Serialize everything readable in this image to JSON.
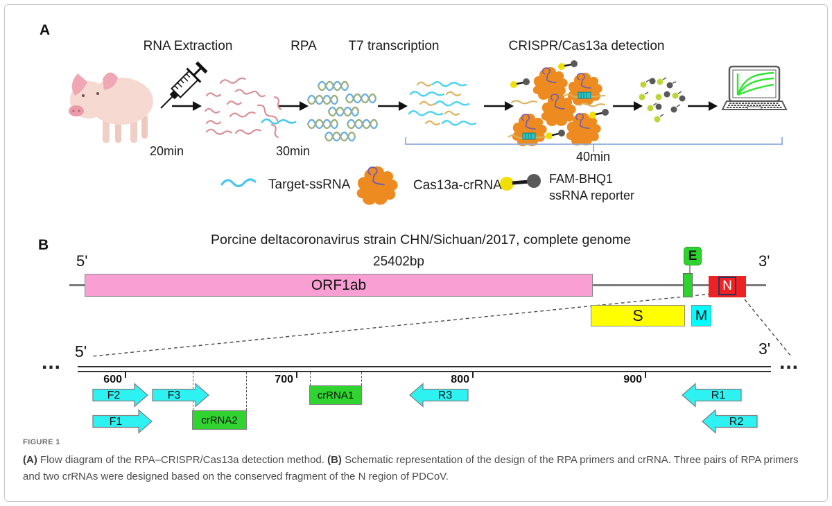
{
  "figure": {
    "panel_a": {
      "label": "A",
      "step_labels": [
        "RNA Extraction",
        "RPA",
        "T7 transcription",
        "CRISPR/Cas13a detection"
      ],
      "times": [
        "20min",
        "30min",
        "40min"
      ],
      "legend": {
        "target": "Target-ssRNA",
        "cas13a": "Cas13a-crRNA",
        "reporter_line1": "FAM-BHQ1",
        "reporter_line2": "ssRNA reporter"
      }
    },
    "panel_b": {
      "label": "B",
      "title": "Porcine deltacoronavirus strain CHN/Sichuan/2017, complete genome",
      "genome_length": "25402bp",
      "five_prime": "5'",
      "three_prime": "3'",
      "genes": {
        "orf1ab": "ORF1ab",
        "e": "E",
        "n": "N",
        "s": "S",
        "m": "M"
      },
      "zoom": {
        "five_prime": "5'",
        "three_prime": "3'",
        "ellipsis_left": "...",
        "ellipsis_right": "...",
        "ticks": [
          "600",
          "700",
          "800",
          "900"
        ],
        "f1": "F1",
        "f2": "F2",
        "f3": "F3",
        "r1": "R1",
        "r2": "R2",
        "r3": "R3",
        "crrna1": "crRNA1",
        "crrna2": "crRNA2"
      }
    },
    "caption": {
      "label": "FIGURE 1",
      "part_a_bold": "(A)",
      "part_a": " Flow diagram of the RPA–CRISPR/Cas13a detection method. ",
      "part_b_bold": "(B)",
      "part_b": " Schematic representation of the design of the RPA primers and crRNA. Three pairs of RPA primers and two crRNAs were designed based on the conserved fragment of the N region of PDCoV."
    },
    "colors": {
      "cas13a_orange": "#ED8B21",
      "crrna_purple": "#7B5EA7",
      "target_cyan": "#49C7F2",
      "reporter_yellow": "#EFDF04",
      "quencher_gray": "#595959",
      "cleaved_green": "#BFD435",
      "orf1ab_pink": "#FA9FD3",
      "gene_green": "#2ED42E",
      "gene_red": "#EE2222",
      "gene_yellow": "#FFFF00",
      "gene_cyan": "#00FFFF",
      "primer_cyan": "#2EF2F2",
      "bracket_blue": "#8FAADC",
      "n_border_navy": "#1F3864"
    }
  }
}
